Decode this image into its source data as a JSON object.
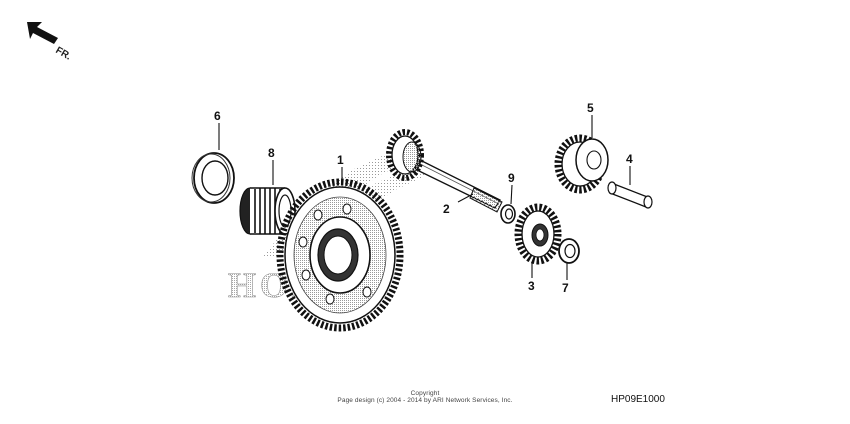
{
  "orientation": {
    "label": "FR."
  },
  "watermark": {
    "text": "HONDA"
  },
  "callouts": [
    {
      "id": "1",
      "label": "1"
    },
    {
      "id": "2",
      "label": "2"
    },
    {
      "id": "3",
      "label": "3"
    },
    {
      "id": "4",
      "label": "4"
    },
    {
      "id": "5",
      "label": "5"
    },
    {
      "id": "6",
      "label": "6"
    },
    {
      "id": "7",
      "label": "7"
    },
    {
      "id": "8",
      "label": "8"
    },
    {
      "id": "9",
      "label": "9"
    }
  ],
  "footer": {
    "copyright_title": "Copyright",
    "copyright_line": "Page design (c) 2004 - 2014 by ARI Network Services, Inc.",
    "diagram_code": "HP09E1000"
  }
}
